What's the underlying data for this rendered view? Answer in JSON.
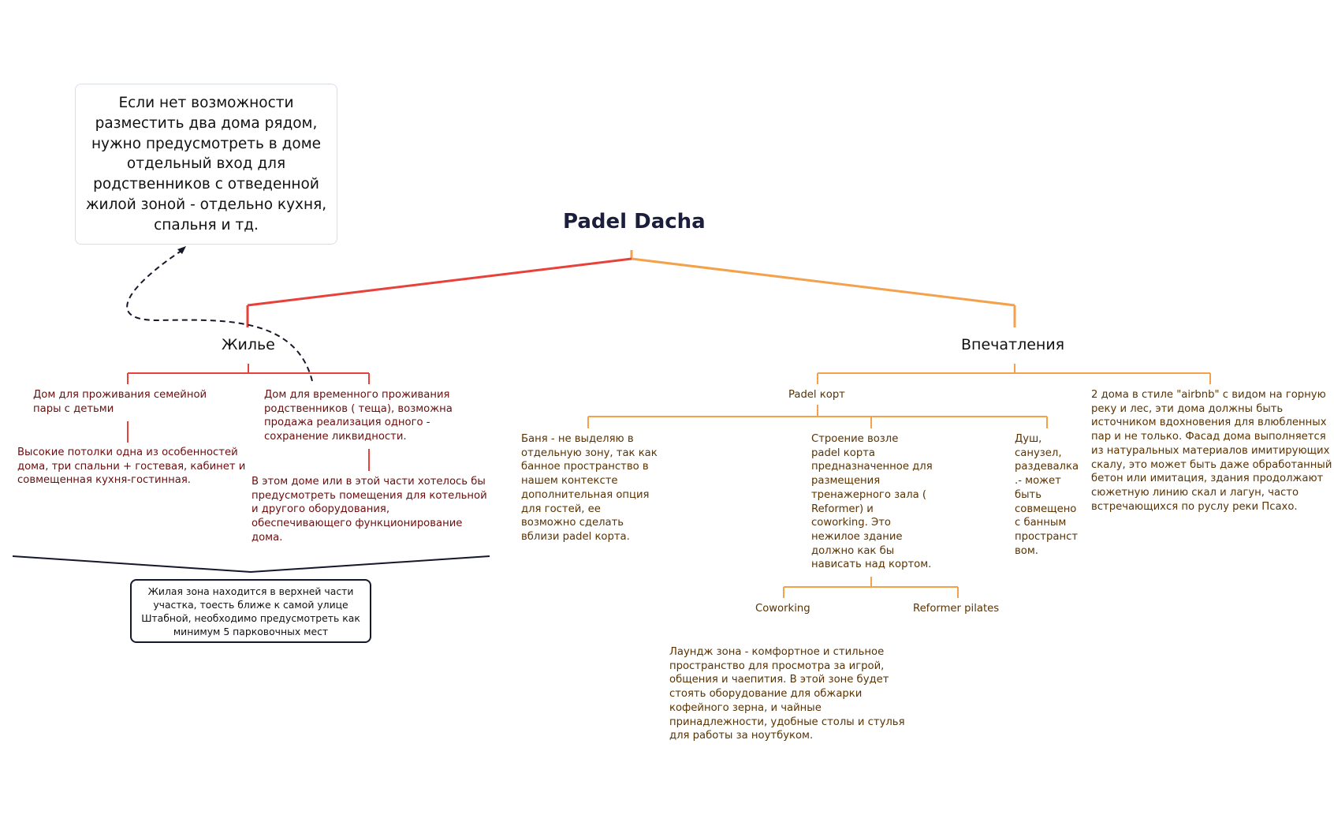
{
  "diagram": {
    "title": "Padel Dacha",
    "callout": "Если нет возможности разместить два дома рядом, нужно предусмотреть в доме отдельный вход для родственников с отведенной жилой зоной - отдельно кухня, спальня и тд.",
    "branches": {
      "housing": {
        "label": "Жилье",
        "family_house": "Дом для проживания семейной\nпары с детьми",
        "family_details": "Высокие потолки одна из особенностей\nдома, три спальни + гостевая, кабинет и\nсовмещенная кухня-гостинная.",
        "temp_house": "Дом для временного проживания\nродственников ( теща), возможна\nпродажа реализация одного -\nсохранение ликвидности.",
        "temp_details": "В этом доме или в этой части хотелось бы\nпредусмотреть помещения для котельной\nи другого оборудования,\nобеспечивающего функционирование\nдома.",
        "note": "Жилая зона находится в верхней части участка, тоесть ближе к самой улице Штабной, необходимо предусмотреть как минимум 5 парковочных мест"
      },
      "impressions": {
        "label": "Впечатления",
        "padel_court": "Padel корт",
        "banya": "Баня - не выделяю в\nотдельную зону, так как\nбанное пространство в\nнашем контексте\nдополнительная опция\nдля гостей, ее\nвозможно сделать\nвблизи padel корта.",
        "building": "Строение возле\npadel корта\nпредназначенное для\nразмещения\nтренажерного зала (\nReformer) и\ncoworking. Это\nнежилое здание\nдолжно как бы\nнависать над кортом.",
        "shower": "Душ,\nсанузел,\nраздевалка\n.- может\nбыть\nсовмещено\n с банным\nпространст\nвом.",
        "coworking": "Coworking",
        "reformer": "Reformer pilates",
        "lounge": "Лаундж зона - комфортное и стильное\nпространство для просмотра за игрой,\nобщения и чаепития. В этой зоне будет\nстоять оборудование для обжарки\nкофейного зерна, и чайные\nпринадлежности, удобные столы и стулья\nдля работы за ноутбуком.",
        "airbnb": "2 дома в стиле \"airbnb\" с видом на горную\nреку и лес, эти дома должны быть\nисточником вдохновения для влюбленных\nпар и не только. Фасад дома выполняется\nиз  натуральных материалов имитирующих\nскалу, это может быть даже обработанный\nбетон или имитация, здания продолжают\nсюжетную линию скал и лагун, часто\nвстречающихся по руслу реки Псахо."
      }
    },
    "colors": {
      "housing_line": "#e8413a",
      "impressions_line": "#f3a14b",
      "housing_text": "#6b0e0e",
      "impressions_text": "#5a3303",
      "title": "#1b1f3b"
    }
  }
}
